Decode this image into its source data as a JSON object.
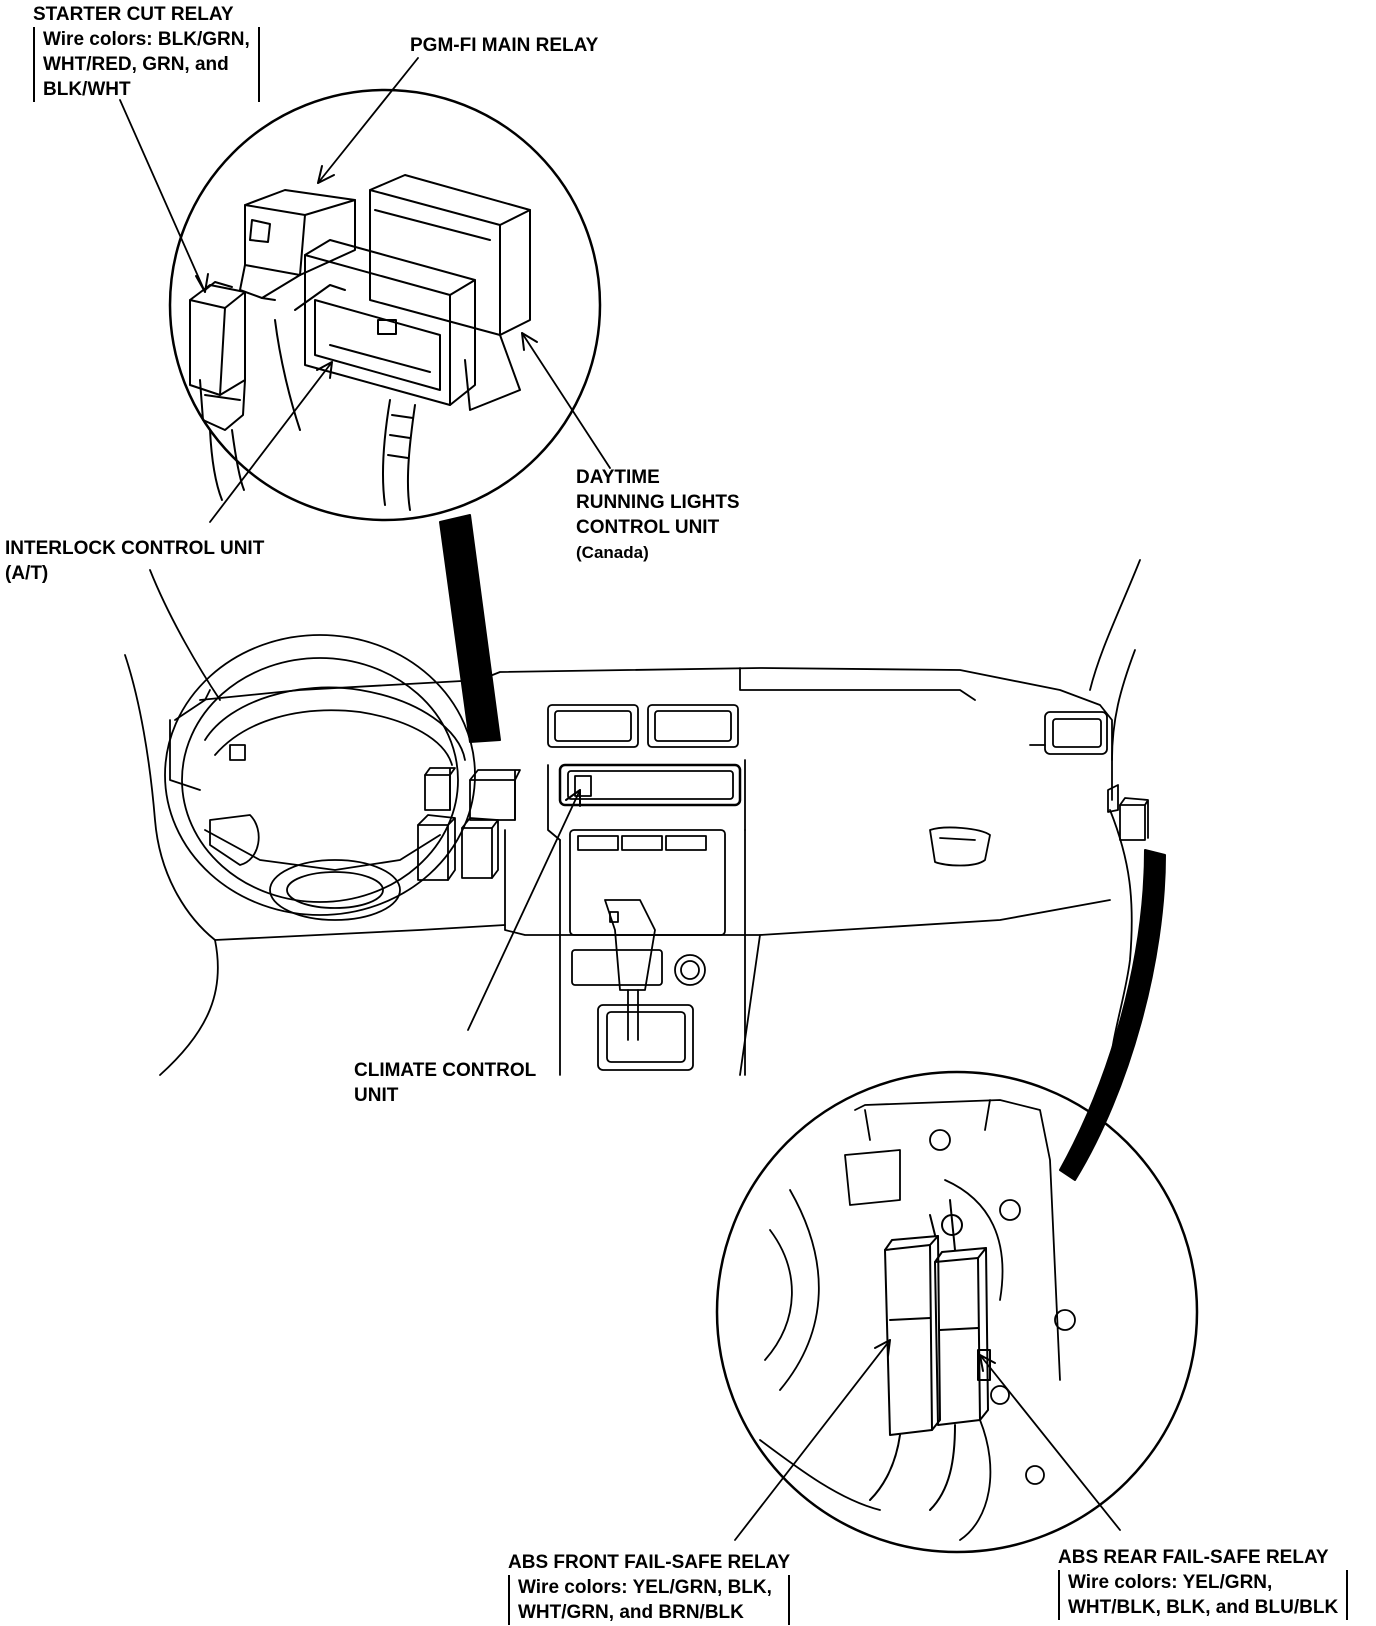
{
  "labels": {
    "starter_cut_relay": {
      "title": "STARTER CUT RELAY",
      "note_lines": [
        "Wire colors: BLK/GRN,",
        "WHT/RED, GRN, and",
        "BLK/WHT"
      ]
    },
    "pgm_fi_main_relay": {
      "title": "PGM-FI MAIN RELAY"
    },
    "daytime_running_lights": {
      "lines": [
        "DAYTIME",
        "RUNNING LIGHTS",
        "CONTROL UNIT",
        "(Canada)"
      ]
    },
    "interlock_control_unit": {
      "lines": [
        "INTERLOCK CONTROL UNIT",
        "(A/T)"
      ]
    },
    "climate_control_unit": {
      "lines": [
        "CLIMATE CONTROL",
        "UNIT"
      ]
    },
    "abs_front_fail_safe_relay": {
      "title": "ABS FRONT FAIL-SAFE RELAY",
      "note_lines": [
        "Wire colors: YEL/GRN, BLK,",
        "WHT/GRN, and BRN/BLK"
      ]
    },
    "abs_rear_fail_safe_relay": {
      "title": "ABS REAR FAIL-SAFE RELAY",
      "note_lines": [
        "Wire colors: YEL/GRN,",
        "WHT/BLK, BLK, and BLU/BLK"
      ]
    }
  },
  "colors": {
    "ink": "#000000",
    "paper": "#ffffff"
  }
}
